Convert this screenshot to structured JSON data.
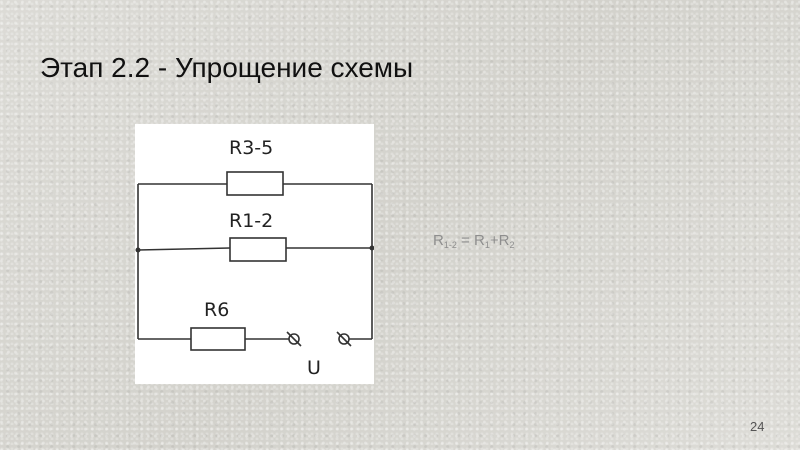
{
  "slide": {
    "title": "Этап 2.2 - Упрощение схемы",
    "page_number": "24"
  },
  "diagram": {
    "labels": {
      "r35": "R3-5",
      "r12": "R1-2",
      "r6": "R6",
      "u": "U"
    }
  },
  "formula": {
    "lhs": "R",
    "lhs_sub": "1-2",
    "eq": " = ",
    "t1": "R",
    "t1_sub": "1",
    "plus": "+",
    "t2": "R",
    "t2_sub": "2"
  }
}
